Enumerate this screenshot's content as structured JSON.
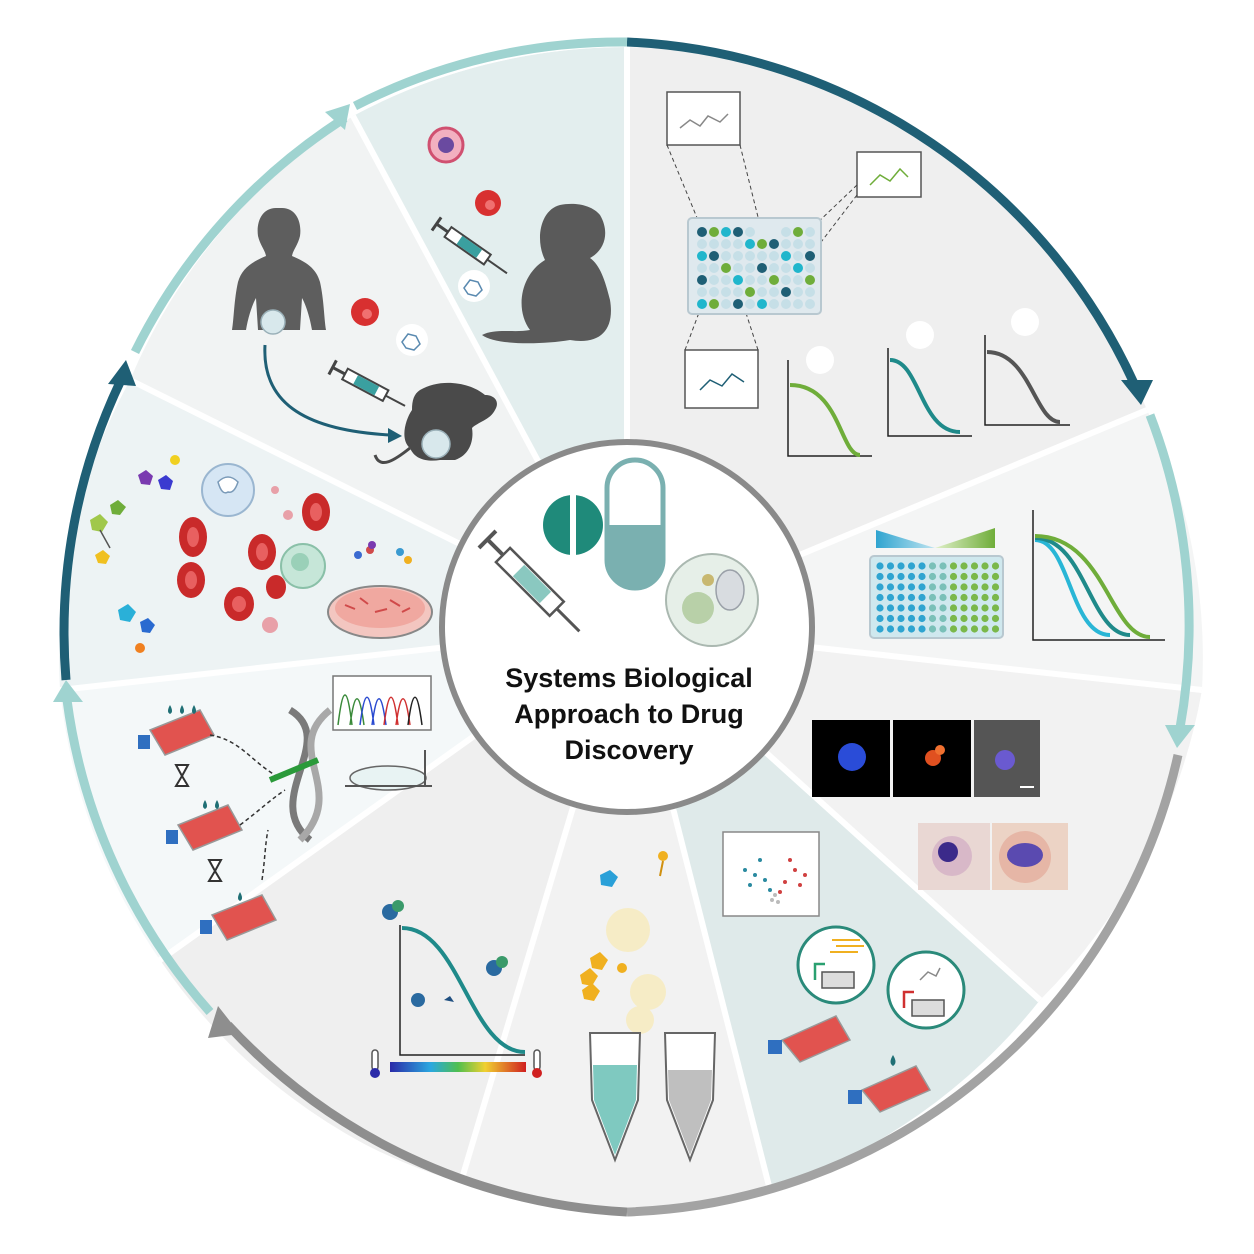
{
  "center": {
    "title_lines": [
      "Systems Biological",
      "Approach to Drug",
      "Discovery"
    ]
  },
  "colors": {
    "dark_teal": "#1f5f75",
    "light_teal": "#9fd3d0",
    "gray_arc": "#a3a3a3",
    "dark_gray_arc": "#8e8e8e",
    "segment_bg_1": "#e3eeee",
    "segment_bg_2": "#efefef",
    "segment_bg_3": "#f4f4f4",
    "segment_bg_4": "#f5f8f9",
    "flask_red": "#e1534f",
    "flask_blue": "#2f6fc0",
    "cell_red": "#c92a2a",
    "green": "#6fad3a",
    "cyan": "#20b6cc"
  },
  "segments": [
    {
      "name": "segment-animal-model",
      "icons": [
        "cell-icon",
        "red-blood-cell-icon",
        "syringe-icon",
        "molecule-icon",
        "monkey-silhouette-icon"
      ]
    },
    {
      "name": "segment-compound-screening",
      "icons": [
        "molecule-structure-icon",
        "well-plate-icon",
        "dose-response-curve-icon"
      ]
    },
    {
      "name": "segment-dose-response",
      "icons": [
        "gradient-wedge-icon",
        "well-plate-icon",
        "dose-response-curve-icon"
      ]
    },
    {
      "name": "segment-microscopy",
      "icons": [
        "fluorescence-microscopy-icon",
        "stained-parasite-icon"
      ]
    },
    {
      "name": "segment-transcriptomics",
      "icons": [
        "volcano-plot-icon",
        "gene-expression-icon",
        "cell-culture-flask-icon"
      ]
    },
    {
      "name": "segment-protein-binding",
      "icons": [
        "molecule-icon",
        "tube-icon"
      ]
    },
    {
      "name": "segment-thermal-shift",
      "icons": [
        "protein-icon",
        "melting-curve-icon",
        "thermometer-icon",
        "color-scale-icon"
      ]
    },
    {
      "name": "segment-resistance-selection",
      "icons": [
        "cell-culture-flask-icon",
        "hourglass-icon",
        "dna-helix-icon",
        "chromatogram-icon",
        "gene-construct-icon"
      ]
    },
    {
      "name": "segment-blood-stage-culture",
      "icons": [
        "molecule-icon",
        "red-blood-cell-icon",
        "immune-cell-icon",
        "petri-dish-icon"
      ]
    },
    {
      "name": "segment-human-mouse-infection",
      "icons": [
        "human-silhouette-icon",
        "red-blood-cell-icon",
        "syringe-icon",
        "mouse-silhouette-icon"
      ]
    }
  ]
}
